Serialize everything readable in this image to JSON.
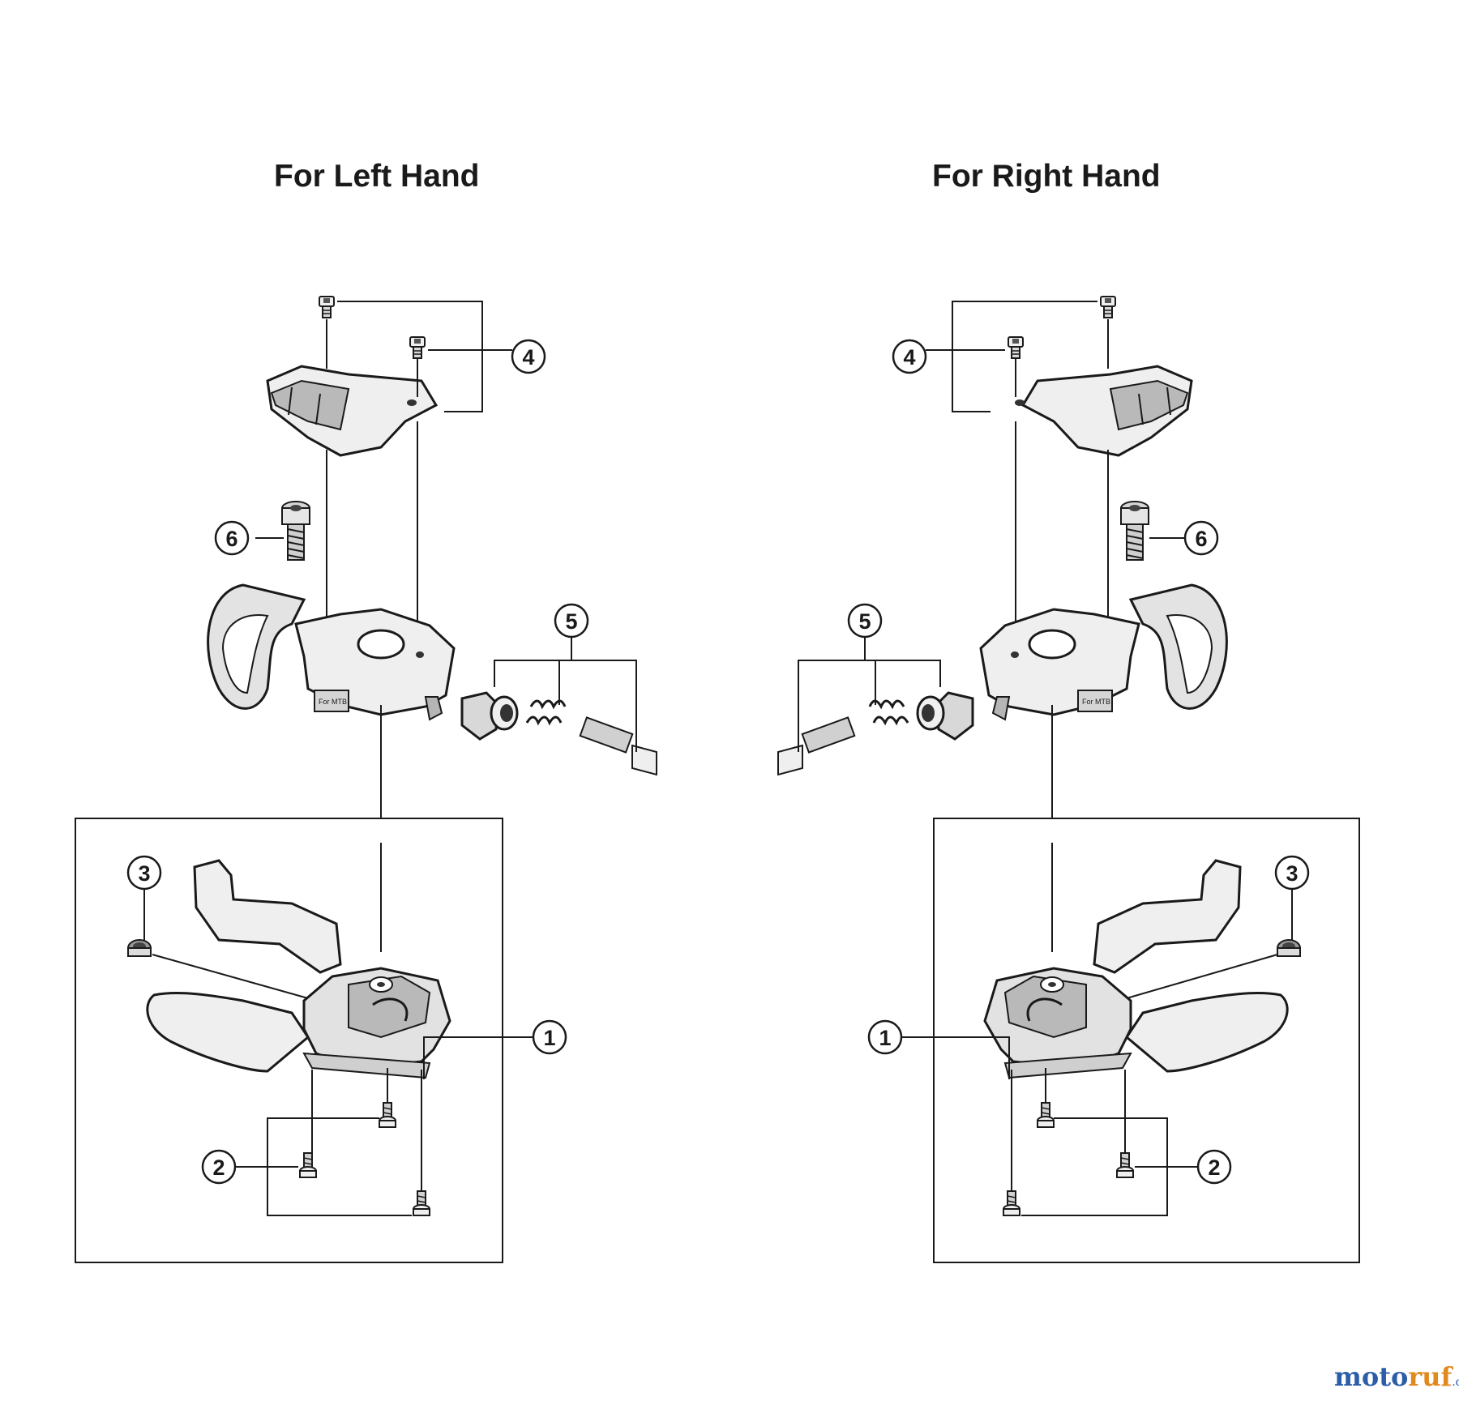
{
  "headings": {
    "left": "For Left Hand",
    "right": "For Right Hand"
  },
  "callouts": {
    "left": {
      "c1": "1",
      "c2": "2",
      "c3": "3",
      "c4": "4",
      "c5": "5",
      "c6": "6"
    },
    "right": {
      "c1": "1",
      "c2": "2",
      "c3": "3",
      "c4": "4",
      "c5": "5",
      "c6": "6"
    }
  },
  "housing_label": "For MTB",
  "watermark": {
    "part1": "moto",
    "part2": "ruf",
    "part3": ".de"
  },
  "colors": {
    "line": "#1a1a1a",
    "part_fill": "#efefef",
    "part_shade": "#b9b9b9"
  }
}
